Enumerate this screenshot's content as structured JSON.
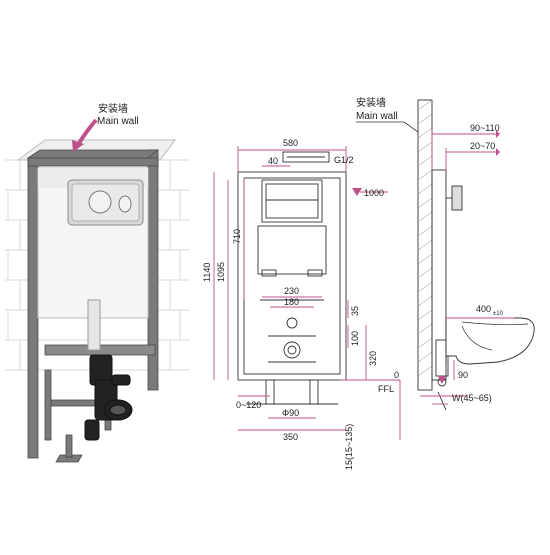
{
  "product": {
    "left_label_cn": "安装墙",
    "left_label_en": "Main wall"
  },
  "front_view": {
    "dims": {
      "width_580": "580",
      "offset_40": "40",
      "inlet": "G1/2",
      "h_1140": "1140",
      "h_1095": "1095",
      "h_710": "710",
      "mark_1000": "1000",
      "w_230": "230",
      "w_180": "180",
      "v_35": "35",
      "v_100": "100",
      "v_320": "320",
      "zero_a": "0",
      "ffl": "FFL",
      "range_0_120": "0~120",
      "phi_90": "Φ90",
      "w_350": "350",
      "h_15": "15(15~135)"
    }
  },
  "side_view": {
    "label_cn": "安装墙",
    "label_en": "Main wall",
    "dims": {
      "r_90_110": "90~110",
      "r_20_70": "20~70",
      "d_400": "400",
      "d_400_tol": "±10",
      "d_90": "90",
      "w_range": "W(45~65)"
    }
  },
  "colors": {
    "frame": "#7a7a7a",
    "frame_dark": "#4a4a4a",
    "tank": "#f4f4f4",
    "dimension": "#c0508a",
    "brick_line": "#d9d9d9"
  }
}
